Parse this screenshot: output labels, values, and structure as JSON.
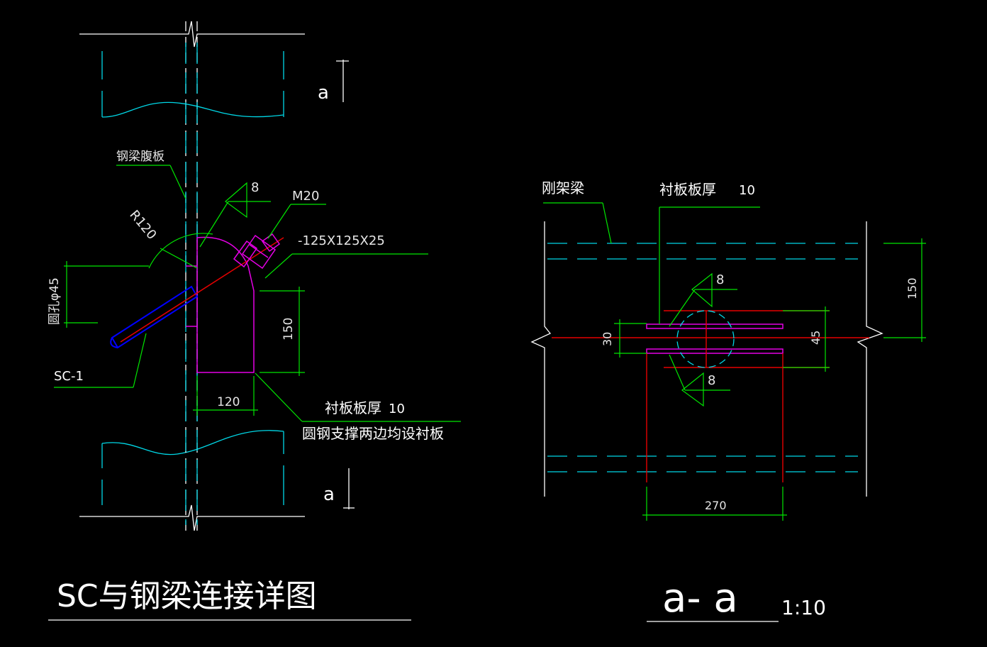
{
  "colors": {
    "background": "#000000",
    "white": "#ffffff",
    "cyan": "#00d7e6",
    "green": "#00e600",
    "magenta": "#e600e6",
    "red": "#e60000",
    "blue": "#0000ff"
  },
  "left_detail": {
    "section_marks": [
      "a",
      "a"
    ],
    "web_label": "钢梁腹板",
    "radius_label": "R120",
    "weld_top": "8",
    "bolt_label": "M20",
    "plate_label": "-125X125X25",
    "hole_label": "圆孔φ45",
    "sc_label": "SC-1",
    "dim_150": "150",
    "dim_120": "120",
    "note_line1_text": "衬板板厚",
    "note_line1_value": "10",
    "note_line2": "圆钢支撑两边均设衬板"
  },
  "right_detail": {
    "beam_label": "刚架梁",
    "plate_text": "衬板板厚",
    "plate_value": "10",
    "weld_top": "8",
    "weld_bottom": "8",
    "dim_30": "30",
    "dim_45": "45",
    "dim_150": "150",
    "dim_270": "270"
  },
  "titles": {
    "left_title": "SC与钢梁连接详图",
    "right_title": "a- a",
    "right_scale": "1:10"
  }
}
